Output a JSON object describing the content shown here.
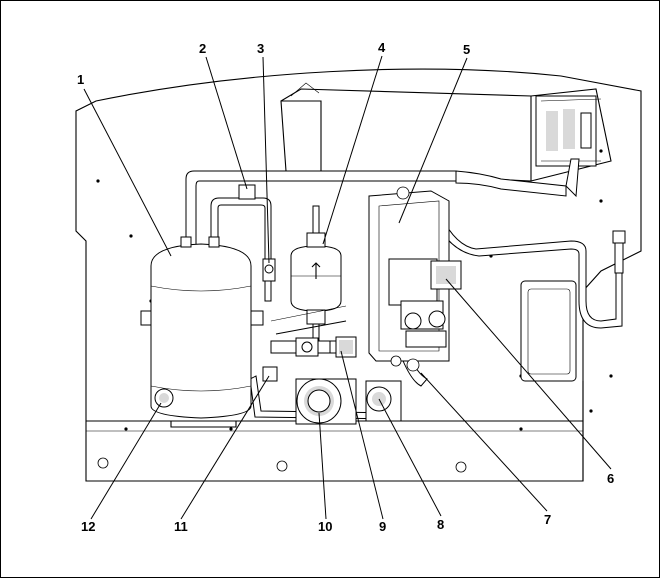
{
  "diagram": {
    "callouts": [
      {
        "id": "callout-1",
        "text": "1"
      },
      {
        "id": "callout-2",
        "text": "2"
      },
      {
        "id": "callout-3",
        "text": "3"
      },
      {
        "id": "callout-4",
        "text": "4"
      },
      {
        "id": "callout-5",
        "text": "5"
      },
      {
        "id": "callout-6",
        "text": "6"
      },
      {
        "id": "callout-7",
        "text": "7"
      },
      {
        "id": "callout-8",
        "text": "8"
      },
      {
        "id": "callout-9",
        "text": "9"
      },
      {
        "id": "callout-10",
        "text": "10"
      },
      {
        "id": "callout-11",
        "text": "11"
      },
      {
        "id": "callout-12",
        "text": "12"
      }
    ]
  }
}
